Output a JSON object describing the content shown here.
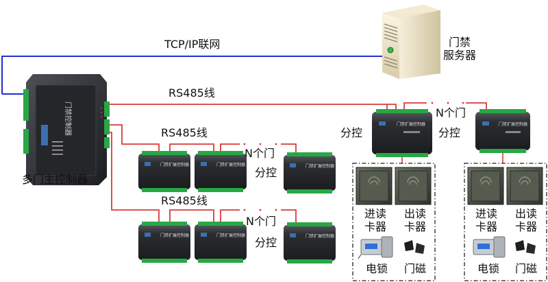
{
  "labels": {
    "tcpip": "TCP/IP联网",
    "server_line1": "门禁",
    "server_line2": "服务器",
    "rs485_top": "RS485线",
    "rs485_mid": "RS485线",
    "rs485_bot": "RS485线",
    "n_doors_top": "N个门",
    "n_doors_mid": "N个门",
    "n_doors_bot": "N个门",
    "branch_left": "分控",
    "branch_right": "分控",
    "branch_mid": "分控",
    "branch_bot": "分控",
    "main_controller": "多门主控制器",
    "main_device_text": "门禁控制器",
    "reader_in_1": "进读\n卡器",
    "reader_out_1": "出读\n卡器",
    "reader_in_2": "进读\n卡器",
    "reader_out_2": "出读\n卡器",
    "lock_1": "电锁",
    "magnet_1": "门磁",
    "lock_2": "电锁",
    "magnet_2": "门磁",
    "ellipsis": ". . ."
  },
  "colors": {
    "tcp_line": "#1f2fcf",
    "rs485_line": "#d93a3a",
    "device_dark": "#2b2d30",
    "device_light": "#4a4d52",
    "terminal_green": "#27a844",
    "server_body": "#e9dfc4",
    "reader_face": "#4b5045"
  },
  "icons": [
    "server-icon",
    "controller-icon",
    "card-reader-icon",
    "electric-lock-icon",
    "door-magnet-icon"
  ]
}
